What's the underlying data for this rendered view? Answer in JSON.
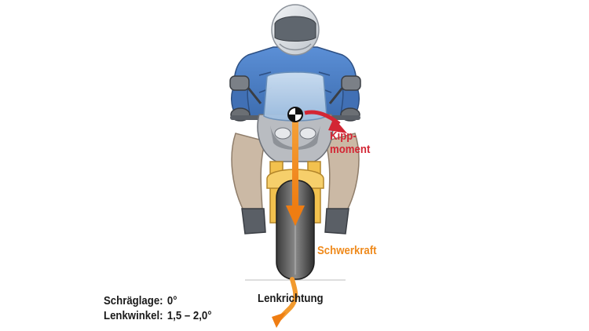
{
  "labels": {
    "kippmoment_line1": "Kipp-",
    "kippmoment_line2": "moment",
    "schwerkraft": "Schwerkraft",
    "lenkrichtung": "Lenkrichtung"
  },
  "stats": [
    {
      "key": "Schräglage:",
      "value": "0°"
    },
    {
      "key": "Lenkwinkel:",
      "value": "1,5 – 2,0°"
    }
  ],
  "colors": {
    "kippmoment_arrow": "#d32634",
    "schwerkraft_arrow": "#f08a1c",
    "jacket": "#4b7fc4",
    "helmet": "#d9dde2",
    "pants": "#c9b8a4",
    "fork": "#f2c14e"
  },
  "icons": {
    "center_of_gravity": "center-of-gravity-icon"
  }
}
